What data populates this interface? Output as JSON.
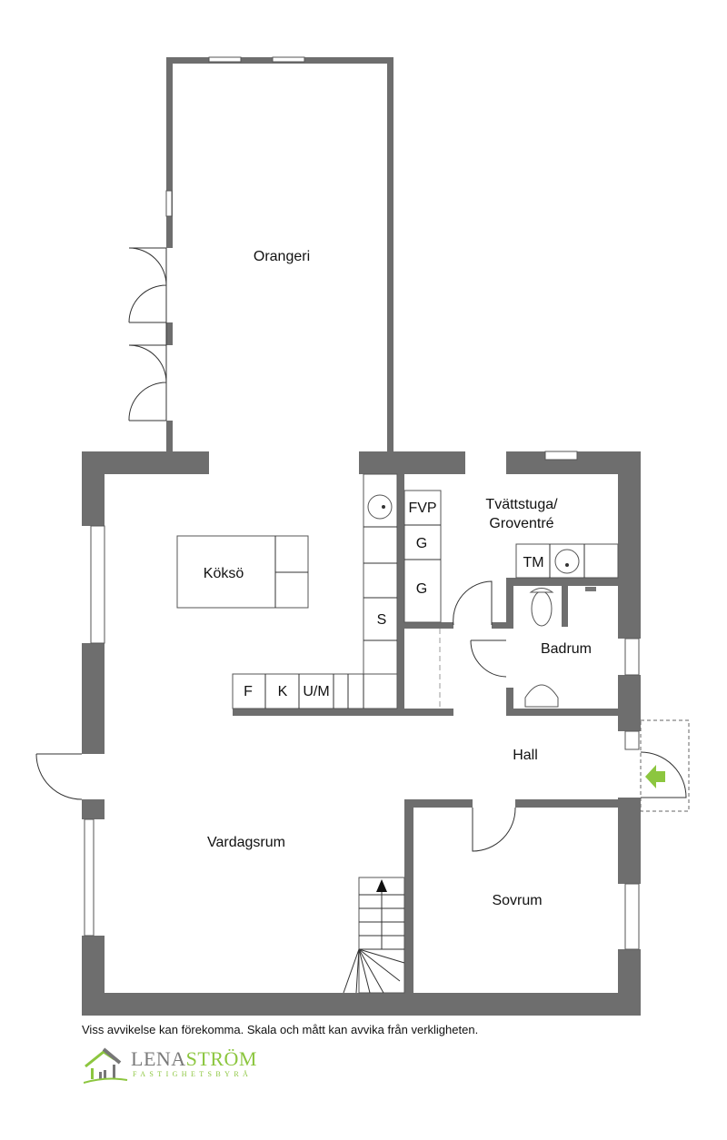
{
  "rooms": {
    "orangeri": "Orangeri",
    "kokso": "Köksö",
    "tvattstuga_1": "Tvättstuga/",
    "tvattstuga_2": "Groventré",
    "badrum": "Badrum",
    "hall": "Hall",
    "vardagsrum": "Vardagsrum",
    "sovrum": "Sovrum"
  },
  "fixtures": {
    "fvp": "FVP",
    "g1": "G",
    "g2": "G",
    "s": "S",
    "f": "F",
    "k": "K",
    "um": "U/M",
    "tm": "TM"
  },
  "disclaimer": "Viss avvikelse kan förekomma. Skala och mått kan avvika från verkligheten.",
  "logo": {
    "name_part1": "LENA",
    "name_part2": "STRÖM",
    "subtitle": "FASTIGHETSBYRÅ"
  },
  "colors": {
    "wall": "#6e6e6e",
    "accent": "#8cc63f"
  }
}
